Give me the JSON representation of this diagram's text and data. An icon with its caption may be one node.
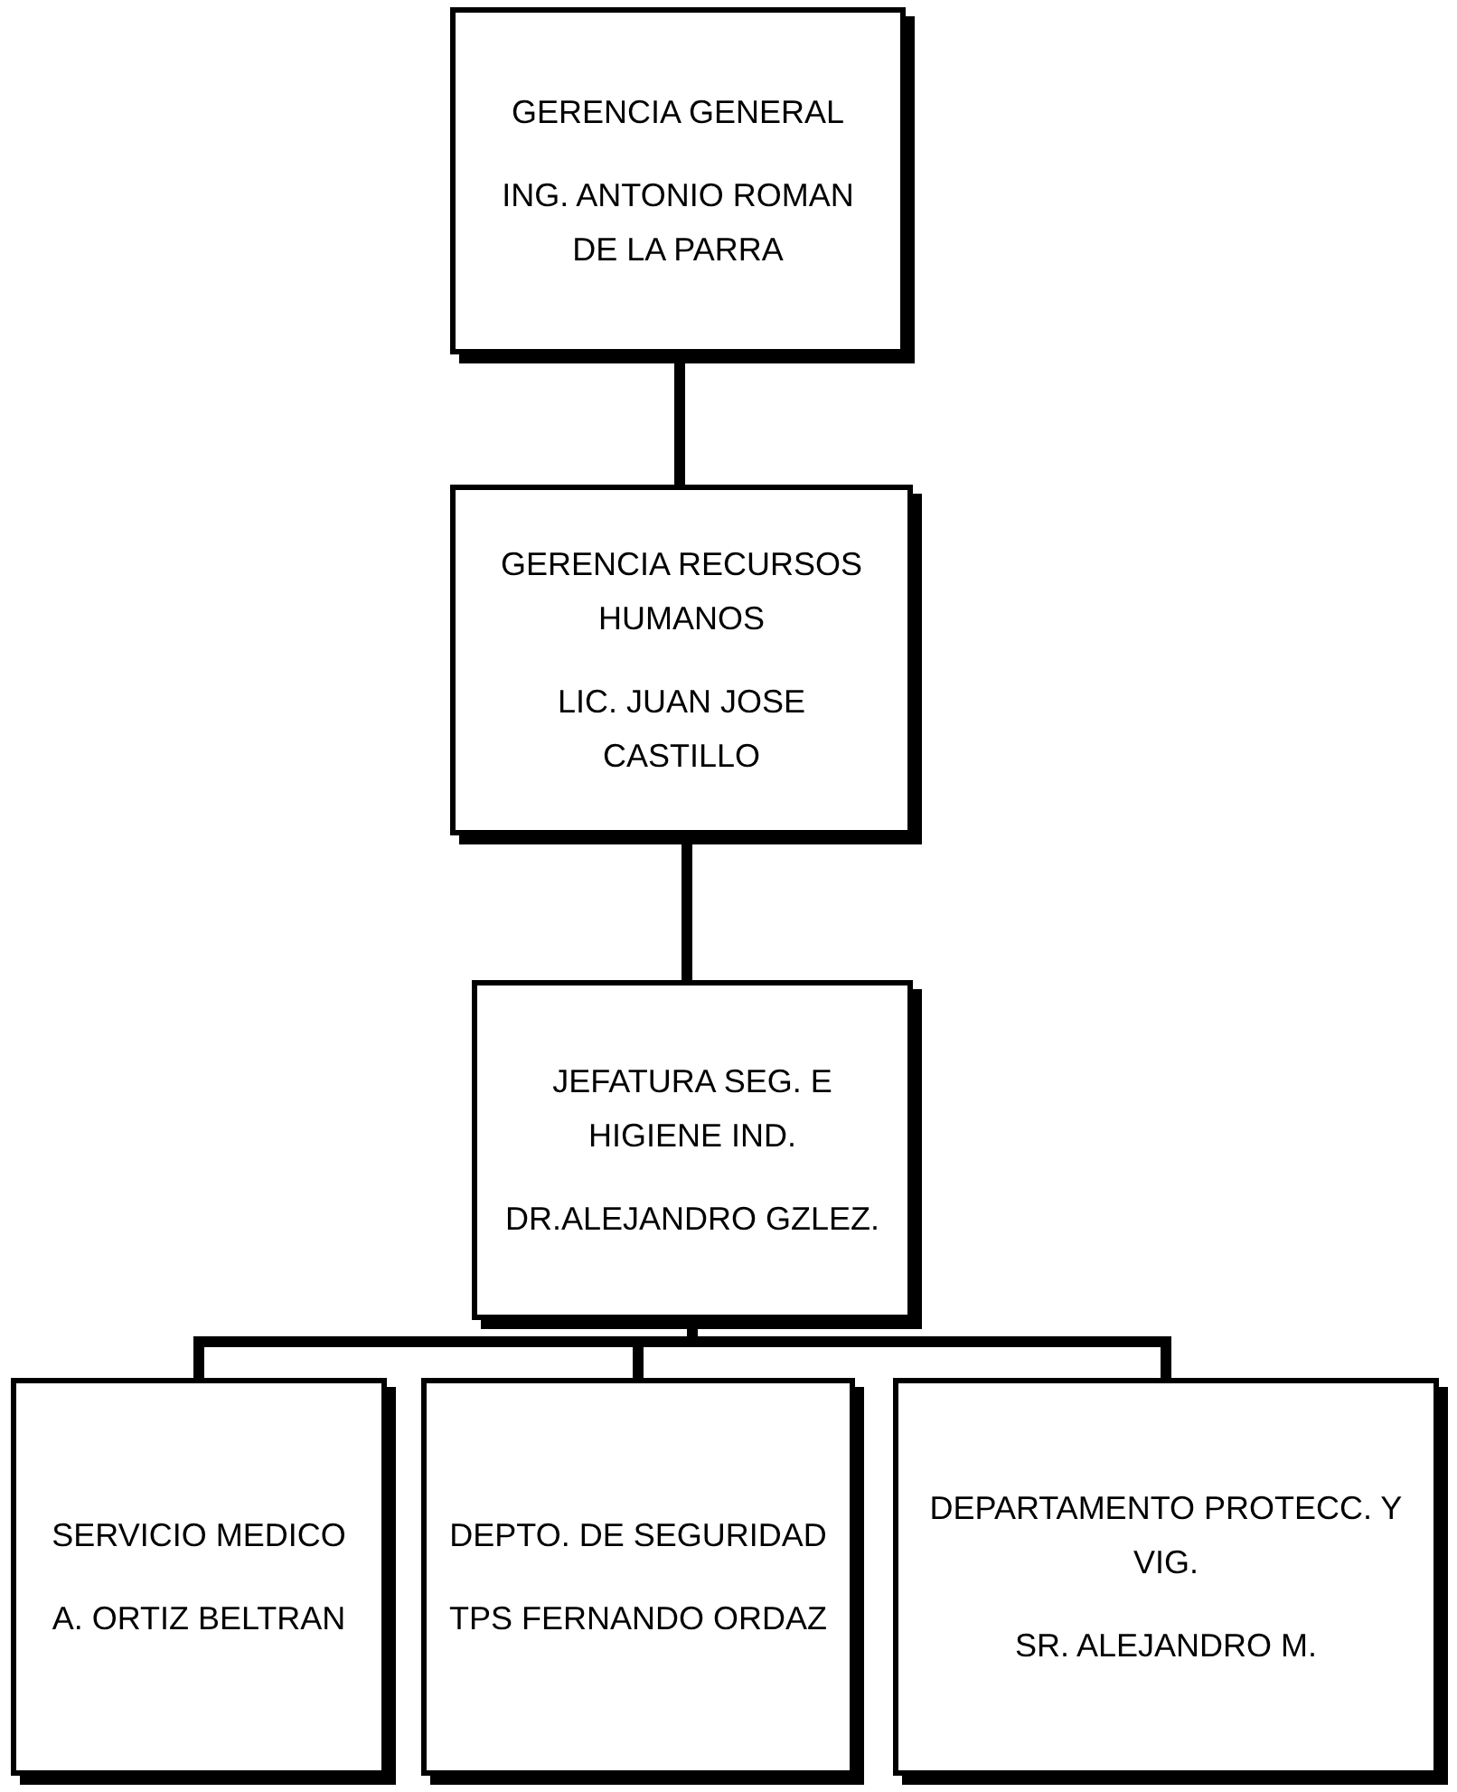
{
  "diagram": {
    "nodes": [
      {
        "text": [
          "GERENCIA GENERAL",
          "ING. ANTONIO ROMAN DE LA PARRA"
        ]
      },
      {
        "text": [
          "GERENCIA RECURSOS HUMANOS",
          "LIC. JUAN JOSE CASTILLO"
        ]
      },
      {
        "text": [
          "JEFATURA SEG. E HIGIENE IND.",
          "DR.ALEJANDRO GZLEZ."
        ]
      },
      {
        "text": [
          "SERVICIO MEDICO",
          "A. ORTIZ BELTRAN"
        ]
      },
      {
        "text": [
          "DEPTO. DE SEGURIDAD",
          "TPS FERNANDO ORDAZ"
        ]
      },
      {
        "text": [
          "DEPARTAMENTO PROTECC. Y VIG.",
          "SR. ALEJANDRO M."
        ]
      }
    ],
    "edges": [
      {
        "from": 0,
        "to": 1,
        "arrow": "none"
      },
      {
        "from": 1,
        "to": 2,
        "arrow": "none"
      },
      {
        "from": 2,
        "to": 3,
        "arrow": "none"
      },
      {
        "from": 2,
        "to": 4,
        "arrow": "none"
      },
      {
        "from": 2,
        "to": 5,
        "arrow": "none"
      }
    ]
  }
}
